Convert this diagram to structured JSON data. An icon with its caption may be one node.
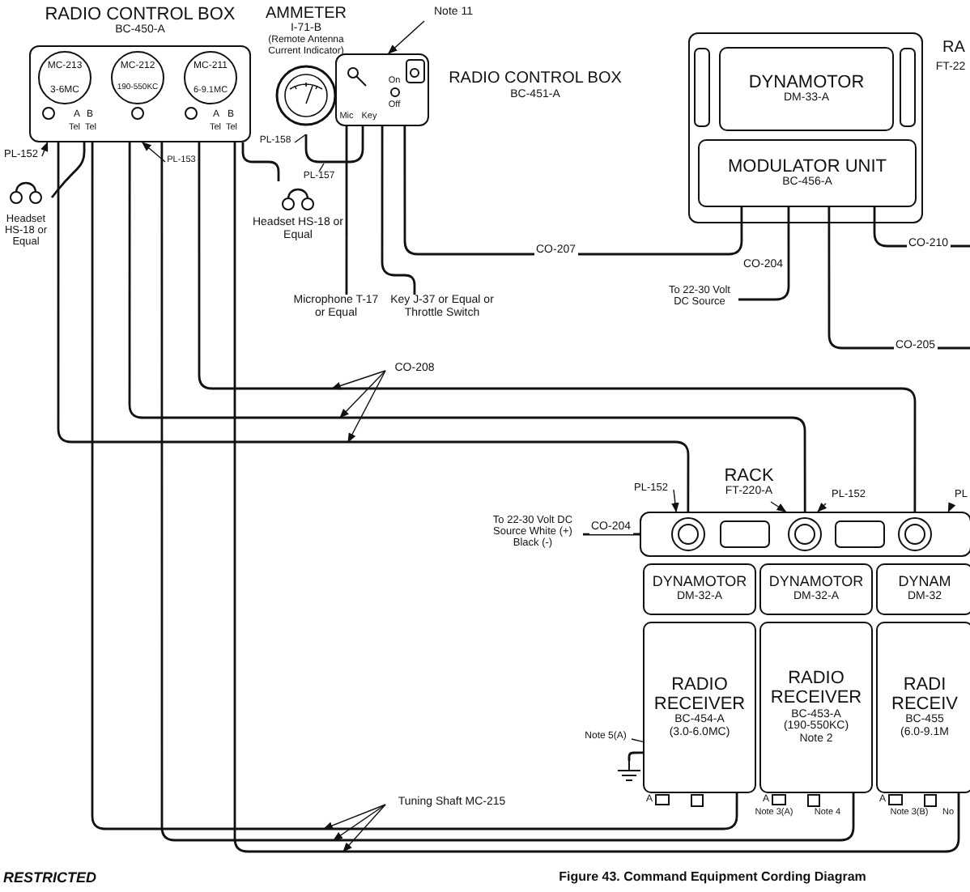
{
  "diagram": {
    "caption": "Figure 43. Command Equipment Cording Diagram",
    "nodes": [
      {
        "text": [
          "RADIO CONTROL BOX",
          "BC-450-A"
        ]
      },
      {
        "text": [
          "AMMETER",
          "I-71-B",
          "(Remote Antenna Current Indicator)"
        ]
      },
      {
        "text": [
          "RADIO CONTROL BOX",
          "BC-451-A"
        ]
      },
      {
        "text": [
          "Note 11"
        ]
      },
      {
        "text": [],
        "shape": "box"
      },
      {
        "text": [
          "DYNAMOTOR",
          "DM-33-A"
        ],
        "in": 4
      },
      {
        "text": [
          "MODULATOR UNIT",
          "BC-456-A"
        ],
        "in": 4
      },
      {
        "text": [
          "Headset HS-18 or Equal"
        ]
      },
      {
        "text": [
          "Headset HS-18 or Equal"
        ]
      },
      {
        "text": [
          "Microphone T-17 or Equal"
        ]
      },
      {
        "text": [
          "Key J-37 or Equal or Throttle Switch"
        ]
      },
      {
        "text": [
          "To 22-30 Volt DC Source"
        ]
      },
      {
        "text": [
          "CO-208"
        ]
      },
      {
        "text": [
          "Tuning Shaft MC-215"
        ]
      },
      {
        "text": [
          "RACK",
          "FT-220-A"
        ]
      },
      {
        "text": [
          "To 22-30 Volt DC Source White (+) Black (-)"
        ]
      },
      {
        "text": [],
        "shape": "box"
      },
      {
        "text": [
          "DYNAMOTOR",
          "DM-32-A"
        ]
      },
      {
        "text": [
          "DYNAMOTOR",
          "DM-32-A"
        ]
      },
      {
        "text": [
          "DYNAM",
          "DM-32"
        ]
      },
      {
        "text": [
          "RADIO RECEIVER",
          "BC-454-A",
          "(3.0-6.0MC)"
        ]
      },
      {
        "text": [
          "RADIO RECEIVER",
          "BC-453-A",
          "(190-550KC)",
          "Note 2"
        ]
      },
      {
        "text": [
          "RADI RECEIV",
          "BC-455",
          "(6.0-9.1M"
        ]
      },
      {
        "text": [
          "PL-152"
        ]
      },
      {
        "text": [
          "PL-153"
        ]
      },
      {
        "text": [
          "PL-158"
        ]
      },
      {
        "text": [
          "PL-157"
        ]
      },
      {
        "text": [
          "PL-152"
        ]
      },
      {
        "text": [
          "PL-152"
        ]
      },
      {
        "text": [
          "PL"
        ]
      },
      {
        "text": [
          "Note 5(A)"
        ]
      },
      {
        "text": [],
        "shape": "symbol"
      }
    ],
    "edges": [
      {
        "from": 0,
        "to": 7,
        "arrow": "none"
      },
      {
        "from": 0,
        "to": 8,
        "arrow": "none"
      },
      {
        "from": 1,
        "to": 2,
        "arrow": "none"
      },
      {
        "from": 2,
        "to": 9,
        "arrow": "none"
      },
      {
        "from": 2,
        "to": 10,
        "arrow": "none"
      },
      {
        "from": 2,
        "to": 6,
        "arrow": "none",
        "label": "CO-207"
      },
      {
        "from": 6,
        "to": 11,
        "arrow": "none",
        "label": "CO-204"
      },
      {
        "from": 6,
        "to": null,
        "arrow": "none",
        "label": "CO-210"
      },
      {
        "from": 6,
        "to": null,
        "arrow": "none",
        "label": "CO-205"
      },
      {
        "from": 0,
        "to": 16,
        "arrow": "none"
      },
      {
        "from": 0,
        "to": 16,
        "arrow": "none"
      },
      {
        "from": 0,
        "to": 16,
        "arrow": "none"
      },
      {
        "from": 0,
        "to": 20,
        "arrow": "none"
      },
      {
        "from": 0,
        "to": 21,
        "arrow": "none"
      },
      {
        "from": 0,
        "to": 22,
        "arrow": "none"
      },
      {
        "from": 12,
        "to": null,
        "arrow": "to"
      },
      {
        "from": 12,
        "to": null,
        "arrow": "to"
      },
      {
        "from": 12,
        "to": null,
        "arrow": "to"
      },
      {
        "from": 13,
        "to": null,
        "arrow": "to"
      },
      {
        "from": 13,
        "to": null,
        "arrow": "to"
      },
      {
        "from": 13,
        "to": null,
        "arrow": "to"
      },
      {
        "from": 14,
        "to": 16,
        "arrow": "to"
      },
      {
        "from": 15,
        "to": 16,
        "arrow": "none",
        "label": "CO-204"
      },
      {
        "from": 23,
        "to": 0,
        "arrow": "to"
      },
      {
        "from": 24,
        "to": 0,
        "arrow": "to"
      },
      {
        "from": 25,
        "to": 1,
        "arrow": "none"
      },
      {
        "from": 26,
        "to": null,
        "arrow": "none"
      },
      {
        "from": 27,
        "to": 16,
        "arrow": "to"
      },
      {
        "from": 28,
        "to": 16,
        "arrow": "to"
      },
      {
        "from": 29,
        "to": 16,
        "arrow": "to"
      },
      {
        "from": 30,
        "to": 20,
        "arrow": "none"
      },
      {
        "from": 3,
        "to": 2,
        "arrow": "to"
      },
      {
        "from": 20,
        "to": 31,
        "arrow": "none"
      }
    ],
    "labels": [
      "MC-213",
      "3-6MC",
      "MC-212",
      "190-550KC",
      "MC-211",
      "6-9.1MC",
      "A",
      "B",
      "Tel",
      "Tel",
      "A",
      "B",
      "Tel",
      "Tel",
      "On",
      "Off",
      "Mic",
      "Key",
      "RA",
      "FT-22",
      "A",
      "A",
      "A",
      "Note 3(A)",
      "Note 4",
      "Note 3(B)",
      "No",
      "RESTRICTED"
    ]
  }
}
